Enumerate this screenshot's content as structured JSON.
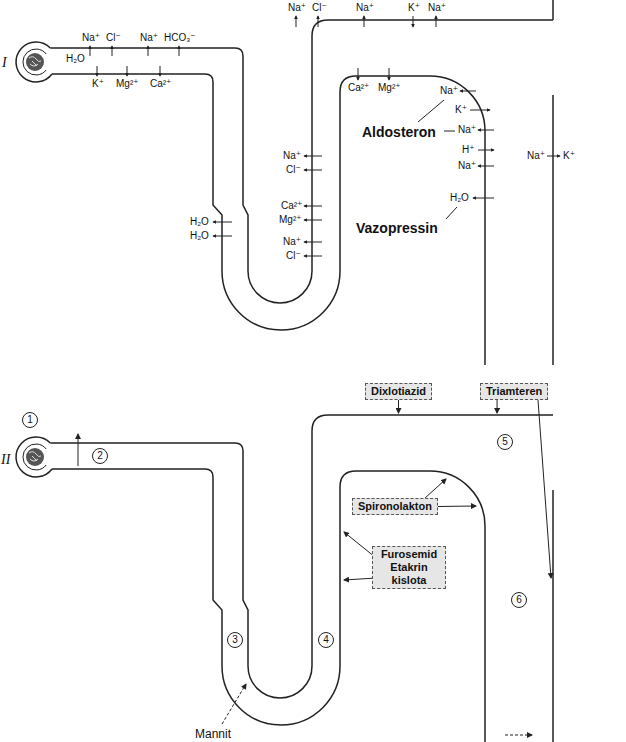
{
  "diagram": {
    "nodes": [
      {
        "text": [
          "Dixlotiazid"
        ]
      },
      {
        "text": [
          "Triamteren"
        ]
      },
      {
        "text": [
          "Spironolakton"
        ]
      },
      {
        "text": [
          "Furosemid Etakrin kislota"
        ]
      }
    ],
    "labels": [
      "I",
      "Na⁺",
      "Cl⁻",
      "Na⁺",
      "HCO₃⁻",
      "H₂O",
      "K⁺",
      "Mg²⁺",
      "Ca²⁺",
      "H₂O",
      "H₂O",
      "Na⁺",
      "Cl⁻",
      "Ca²⁺",
      "Mg²⁺",
      "Na⁺",
      "Cl⁻",
      "Na⁺",
      "Cl⁻",
      "Na⁺",
      "K⁺",
      "Na⁺",
      "Ca²⁺",
      "Mg²⁺",
      "Na⁺",
      "K⁺",
      "Na⁺",
      "H⁺",
      "Na⁺",
      "H₂O",
      "Aldosteron",
      "Vazopressin",
      "Na⁺",
      "K⁺",
      "II",
      "1",
      "2",
      "3",
      "4",
      "5",
      "6",
      "Mannit"
    ]
  }
}
